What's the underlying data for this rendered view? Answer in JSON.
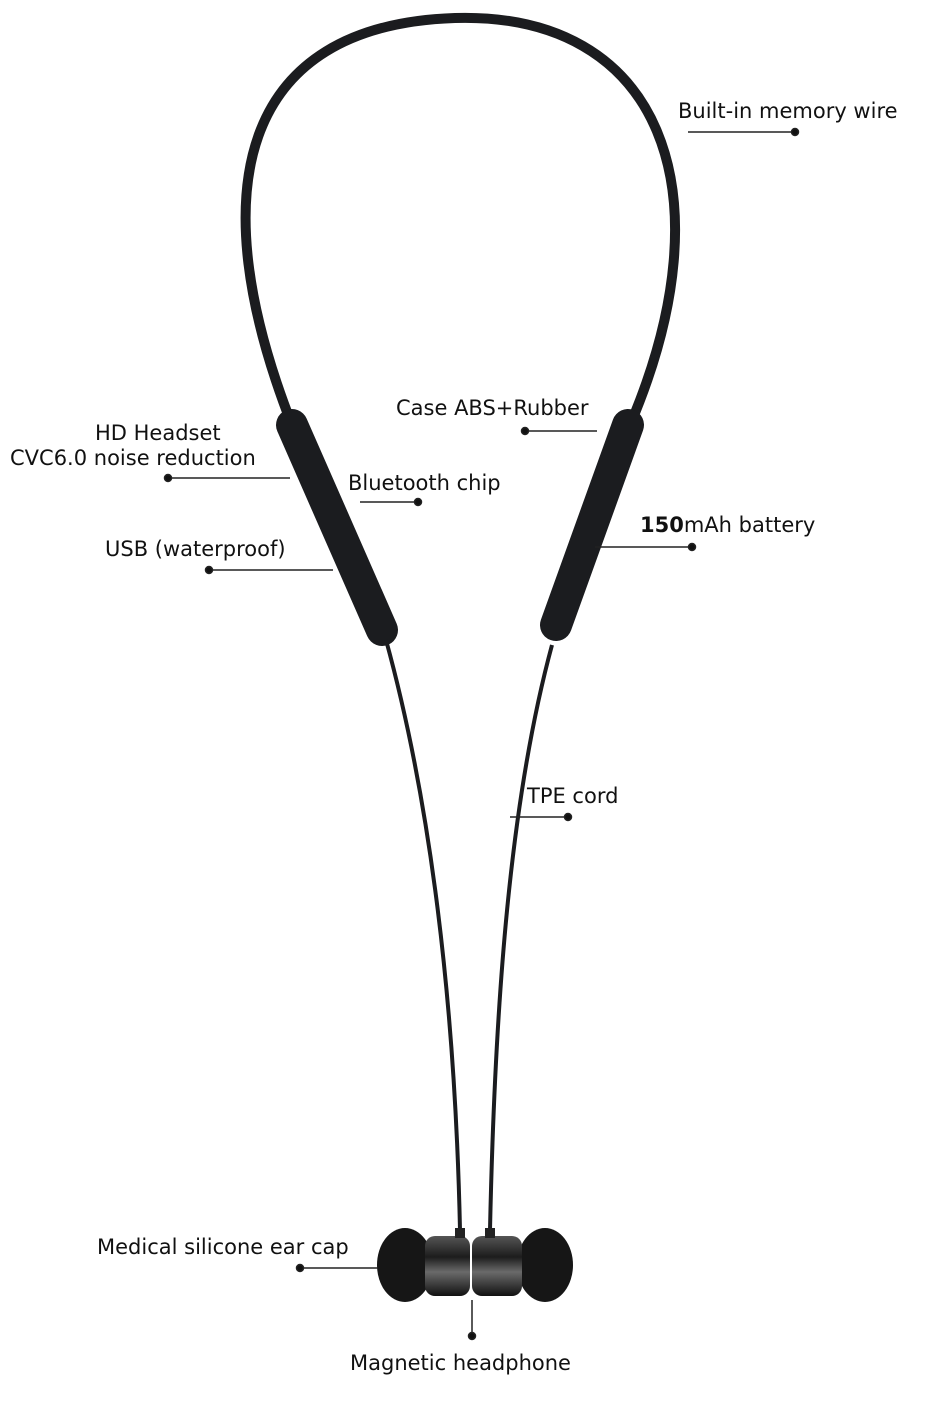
{
  "labels": {
    "memory_wire": "Built-in memory wire",
    "case": "Case ABS+Rubber",
    "hd_headset": "HD Headset",
    "cvc": "CVC6.0 noise reduction",
    "bluetooth": "Bluetooth chip",
    "battery_num": "150",
    "battery_text": "mAh battery",
    "usb": "USB (waterproof)",
    "tpe": "TPE cord",
    "ear_cap": "Medical silicone ear cap",
    "magnetic": "Magnetic headphone"
  },
  "colors": {
    "product": "#1b1c1f",
    "line": "#222222"
  }
}
